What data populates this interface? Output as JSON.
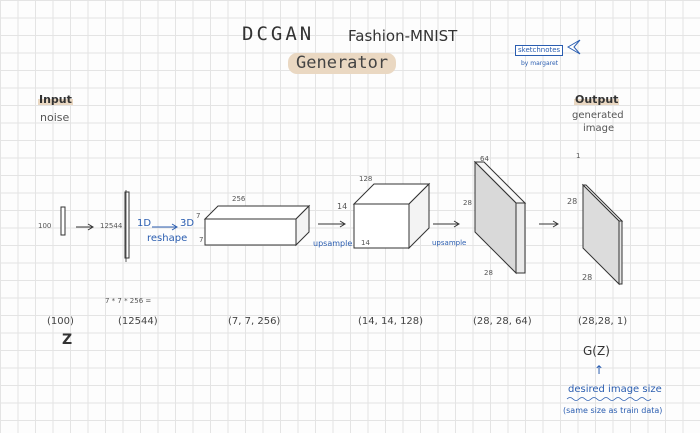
{
  "header": {
    "title": "DCGAN",
    "dataset": "Fashion-MNIST",
    "subtitle": "Generator",
    "brand": "sketchnotes",
    "brand_by": "by margaret"
  },
  "input": {
    "label": "Input",
    "desc": "noise",
    "size": "100",
    "shape": "(100)",
    "var": "Z"
  },
  "flat": {
    "size": "12544",
    "calc": "7 * 7 * 256 =",
    "shape": "(12544)"
  },
  "reshape": {
    "from": "1D",
    "to": "3D",
    "label": "reshape",
    "dim_a": "7",
    "dim_b": "7"
  },
  "block1": {
    "depth": "256",
    "shape": "(7, 7, 256)"
  },
  "upsample1": {
    "label": "upsample",
    "dim_a": "14",
    "dim_b": "14"
  },
  "block2": {
    "depth": "128",
    "shape": "(14, 14, 128)"
  },
  "upsample2": {
    "label": "upsample"
  },
  "block3": {
    "depth": "64",
    "h": "28",
    "w": "28",
    "shape": "(28, 28, 64)"
  },
  "output": {
    "label": "Output",
    "desc1": "generated",
    "desc2": "image",
    "depth": "1",
    "h": "28",
    "w": "28",
    "shape": "(28,28, 1)",
    "fn": "G(Z)",
    "arrow": "↑",
    "note1": "desired image size",
    "note2": "(same size as train data)"
  },
  "colors": {
    "blue": "#2a5db0",
    "highlight": "#ead8c2",
    "slab": "#d9d9d9",
    "ink": "#333333"
  }
}
